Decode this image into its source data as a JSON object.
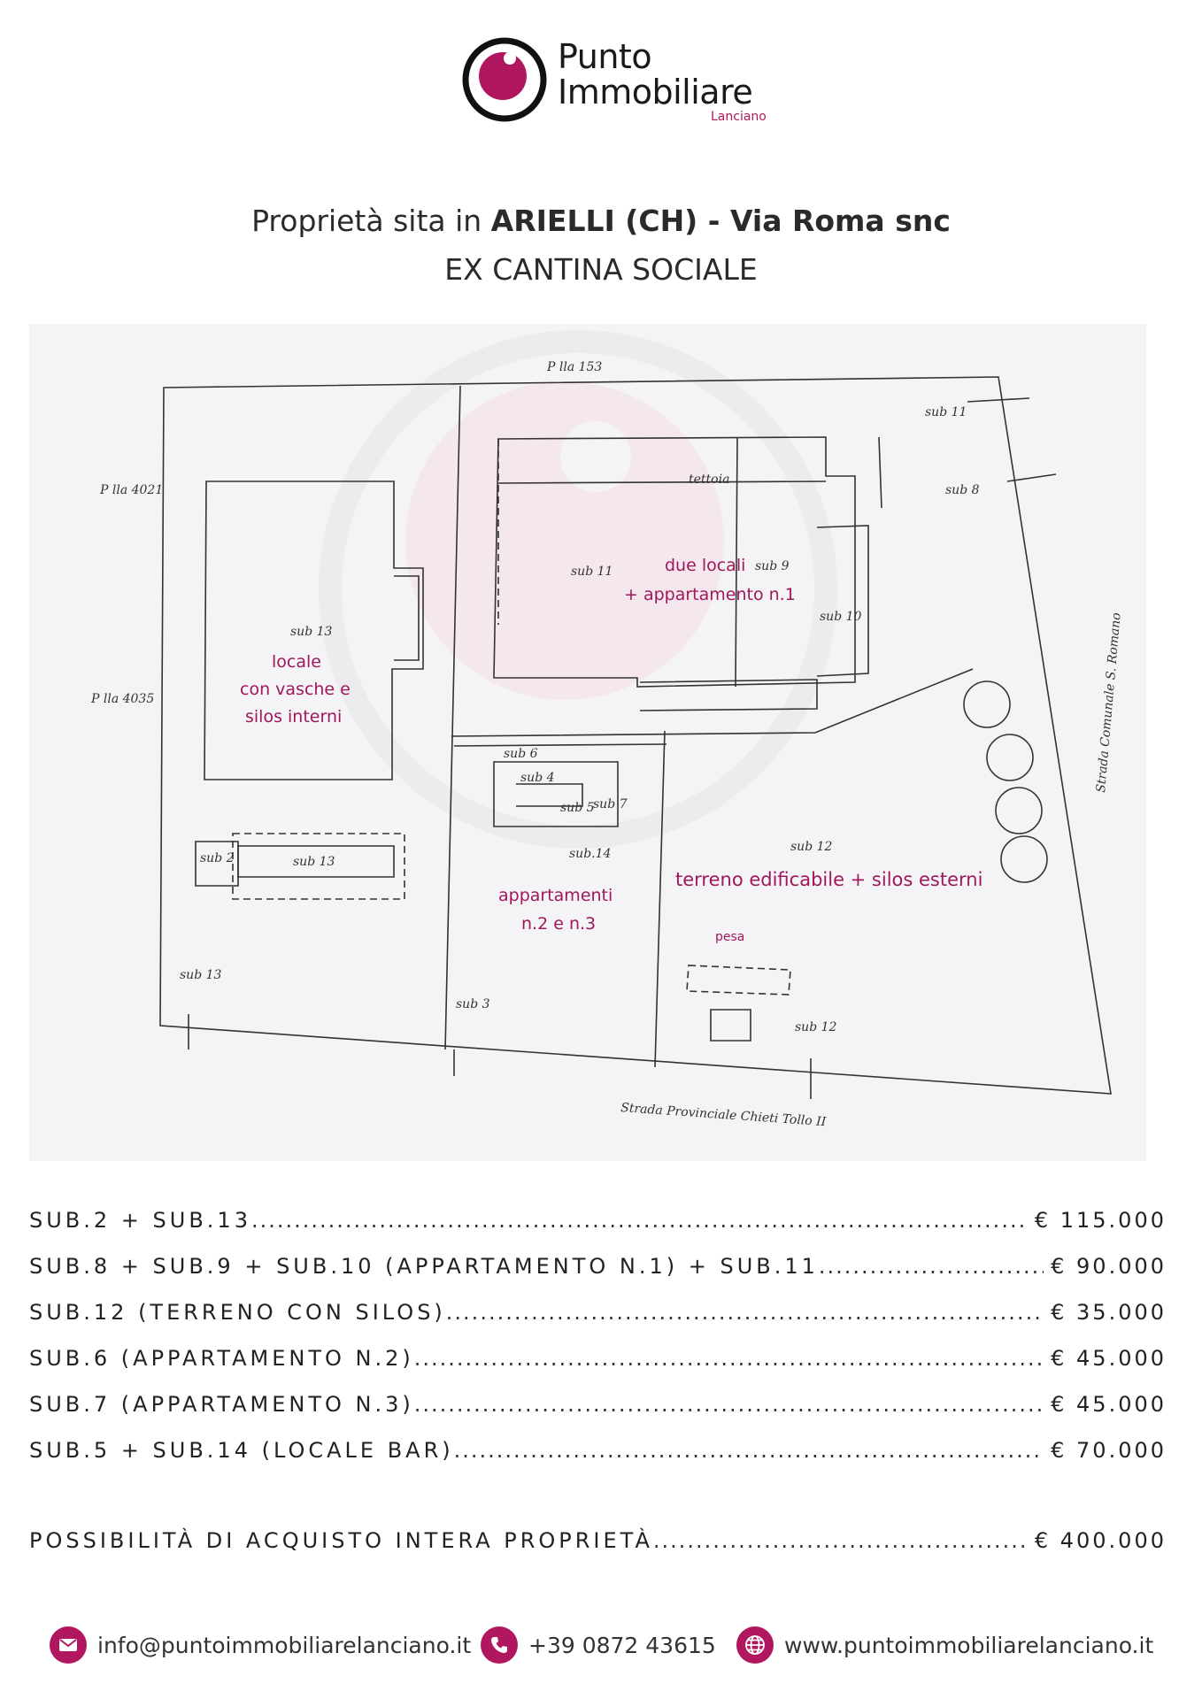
{
  "brand": {
    "line1": "Punto",
    "line2": "Immobiliare",
    "line3": "Lanciano",
    "accent_color": "#b0175e"
  },
  "title": {
    "prefix": "Proprietà sita in ",
    "bold": "ARIELLI (CH) - Via Roma snc",
    "subtitle": "EX CANTINA SOCIALE"
  },
  "plan": {
    "labels": {
      "plla153": "P lla 153",
      "plla4021": "P lla 4021",
      "plla4035": "P lla 4035",
      "sub11_top": "sub  11",
      "sub8": "sub  8",
      "tettoia": "tettoia",
      "sub11": "sub  11",
      "sub9": "sub  9",
      "sub10": "sub  10",
      "sub13_a": "sub  13",
      "sub13_b": "sub  13",
      "sub13_c": "sub  13",
      "sub2": "sub  2",
      "sub4": "sub  4",
      "sub5": "sub  5",
      "sub6": "sub 6",
      "sub7": "sub 7",
      "sub14": "sub.14",
      "sub3": "sub  3",
      "sub12_a": "sub  12",
      "sub12_b": "sub  12",
      "road_right": "Strada Comunale  S. Romano",
      "road_bottom": "Strada Provinciale Chieti Tollo II"
    },
    "markers": {
      "due_locali_1": "due locali",
      "due_locali_2": "+ appartamento n.1",
      "locale_1": "locale",
      "locale_2": "con vasche e",
      "locale_3": "silos interni",
      "appartamenti_1": "appartamenti",
      "appartamenti_2": "n.2 e n.3",
      "terreno": "terreno edificabile + silos esterni",
      "pesa": "pesa"
    }
  },
  "prices": [
    {
      "label": "SUB.2 + SUB.13",
      "value": "€ 115.000"
    },
    {
      "label": "SUB.8 + SUB.9 + SUB.10 (APPARTAMENTO N.1) + SUB.11",
      "value": "€ 90.000"
    },
    {
      "label": "SUB.12 (TERRENO CON SILOS)",
      "value": "€ 35.000"
    },
    {
      "label": "SUB.6 (APPARTAMENTO N.2)",
      "value": "€ 45.000"
    },
    {
      "label": "SUB.7 (APPARTAMENTO N.3)",
      "value": "€ 45.000"
    },
    {
      "label": "SUB.5 + SUB.14 (LOCALE BAR) ",
      "value": "€ 70.000"
    }
  ],
  "total": {
    "label": "POSSIBILITÀ DI ACQUISTO INTERA PROPRIETÀ ",
    "value": "€ 400.000"
  },
  "contacts": {
    "email": "info@puntoimmobiliarelanciano.it",
    "phone": "+39 0872 43615",
    "web": "www.puntoimmobiliarelanciano.it",
    "icons": [
      "mail-icon",
      "phone-icon",
      "globe-icon"
    ]
  }
}
